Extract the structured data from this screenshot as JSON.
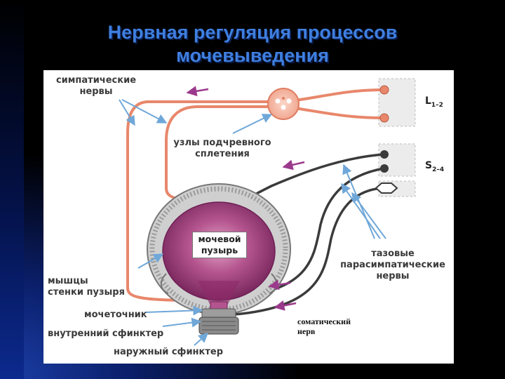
{
  "title": {
    "line1": "Нервная регуляция процессов",
    "line2": "мочевыведения"
  },
  "labels": {
    "sympathetic_nerves_1": "симпатические",
    "sympathetic_nerves_2": "нервы",
    "hypogastric_plexus_1": "узлы подчревного",
    "hypogastric_plexus_2": "сплетения",
    "bladder_1": "мочевой",
    "bladder_2": "пузырь",
    "bladder_wall_1": "мышцы",
    "bladder_wall_2": "стенки пузыря",
    "urethra": "мочеточник",
    "internal_sphincter": "внутренний сфинктер",
    "external_sphincter": "наружный сфинктер",
    "pelvic_1": "тазовые",
    "pelvic_2": "парасимпатические",
    "pelvic_3": "нервы",
    "somatic_1": "соматический",
    "somatic_2": "нерв",
    "seg_lumbar_main": "L",
    "seg_lumbar_sub": "1–2",
    "seg_sacral_main": "S",
    "seg_sacral_sub": "2–4"
  },
  "colors": {
    "title": "#3f7fe0",
    "sympathetic": "#e8876b",
    "parasympathetic": "#3b3b3b",
    "arrow_pointer": "#6fa7d8",
    "direction_arrow": "#9b3a8c",
    "bladder_inner": "#a23b78"
  }
}
